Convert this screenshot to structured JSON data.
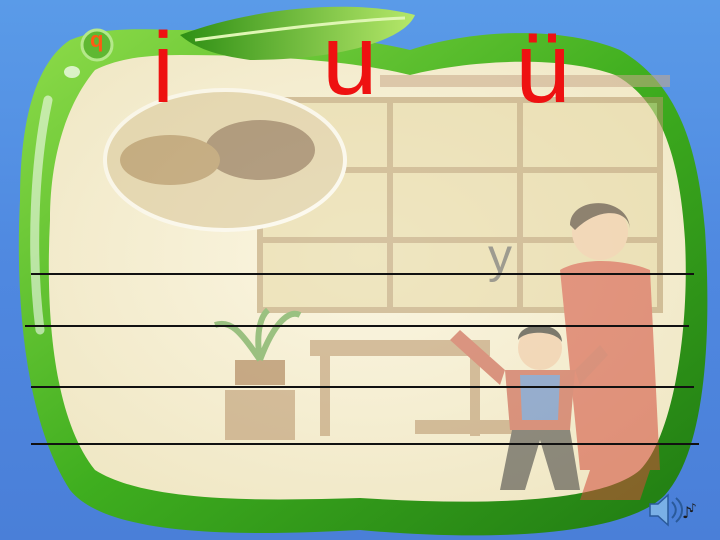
{
  "slide": {
    "letters": [
      "i",
      "u",
      "ü"
    ],
    "corner_glyph": "q",
    "writing_lines": 4
  },
  "icons": {
    "speaker": "speaker-music-icon"
  },
  "colors": {
    "background": "#4f88e0",
    "letters": "#ee1111",
    "leaf_green": "#3aa81e",
    "panel": "#f7f2da"
  }
}
